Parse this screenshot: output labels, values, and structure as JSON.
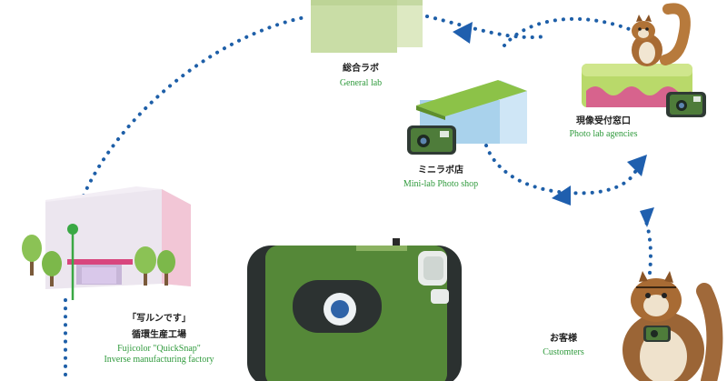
{
  "colors": {
    "route_dots": "#1e5fa8",
    "arrow": "#1f5fae",
    "accent_green": "#3aa844",
    "text_en_green": "#2f9a3c"
  },
  "nodes": {
    "general_lab": {
      "jp": "総合ラボ",
      "en": "General lab"
    },
    "mini_lab": {
      "jp": "ミニラボ店",
      "en": "Mini-lab Photo shop"
    },
    "photo_lab_agency": {
      "jp": "現像受付窓口",
      "en": "Photo lab agencies"
    },
    "factory": {
      "jp_line1": "「写ルンです」",
      "jp_line2": "循環生産工場",
      "en_line1": "Fujicolor \"QuickSnap\"",
      "en_line2": "Inverse manufacturing factory"
    },
    "customers": {
      "jp": "お客様",
      "en": "Customters"
    }
  },
  "icons": [
    "chipmunk-icon",
    "camera-icon",
    "tree-icon",
    "building-icon",
    "arrow-icon"
  ]
}
